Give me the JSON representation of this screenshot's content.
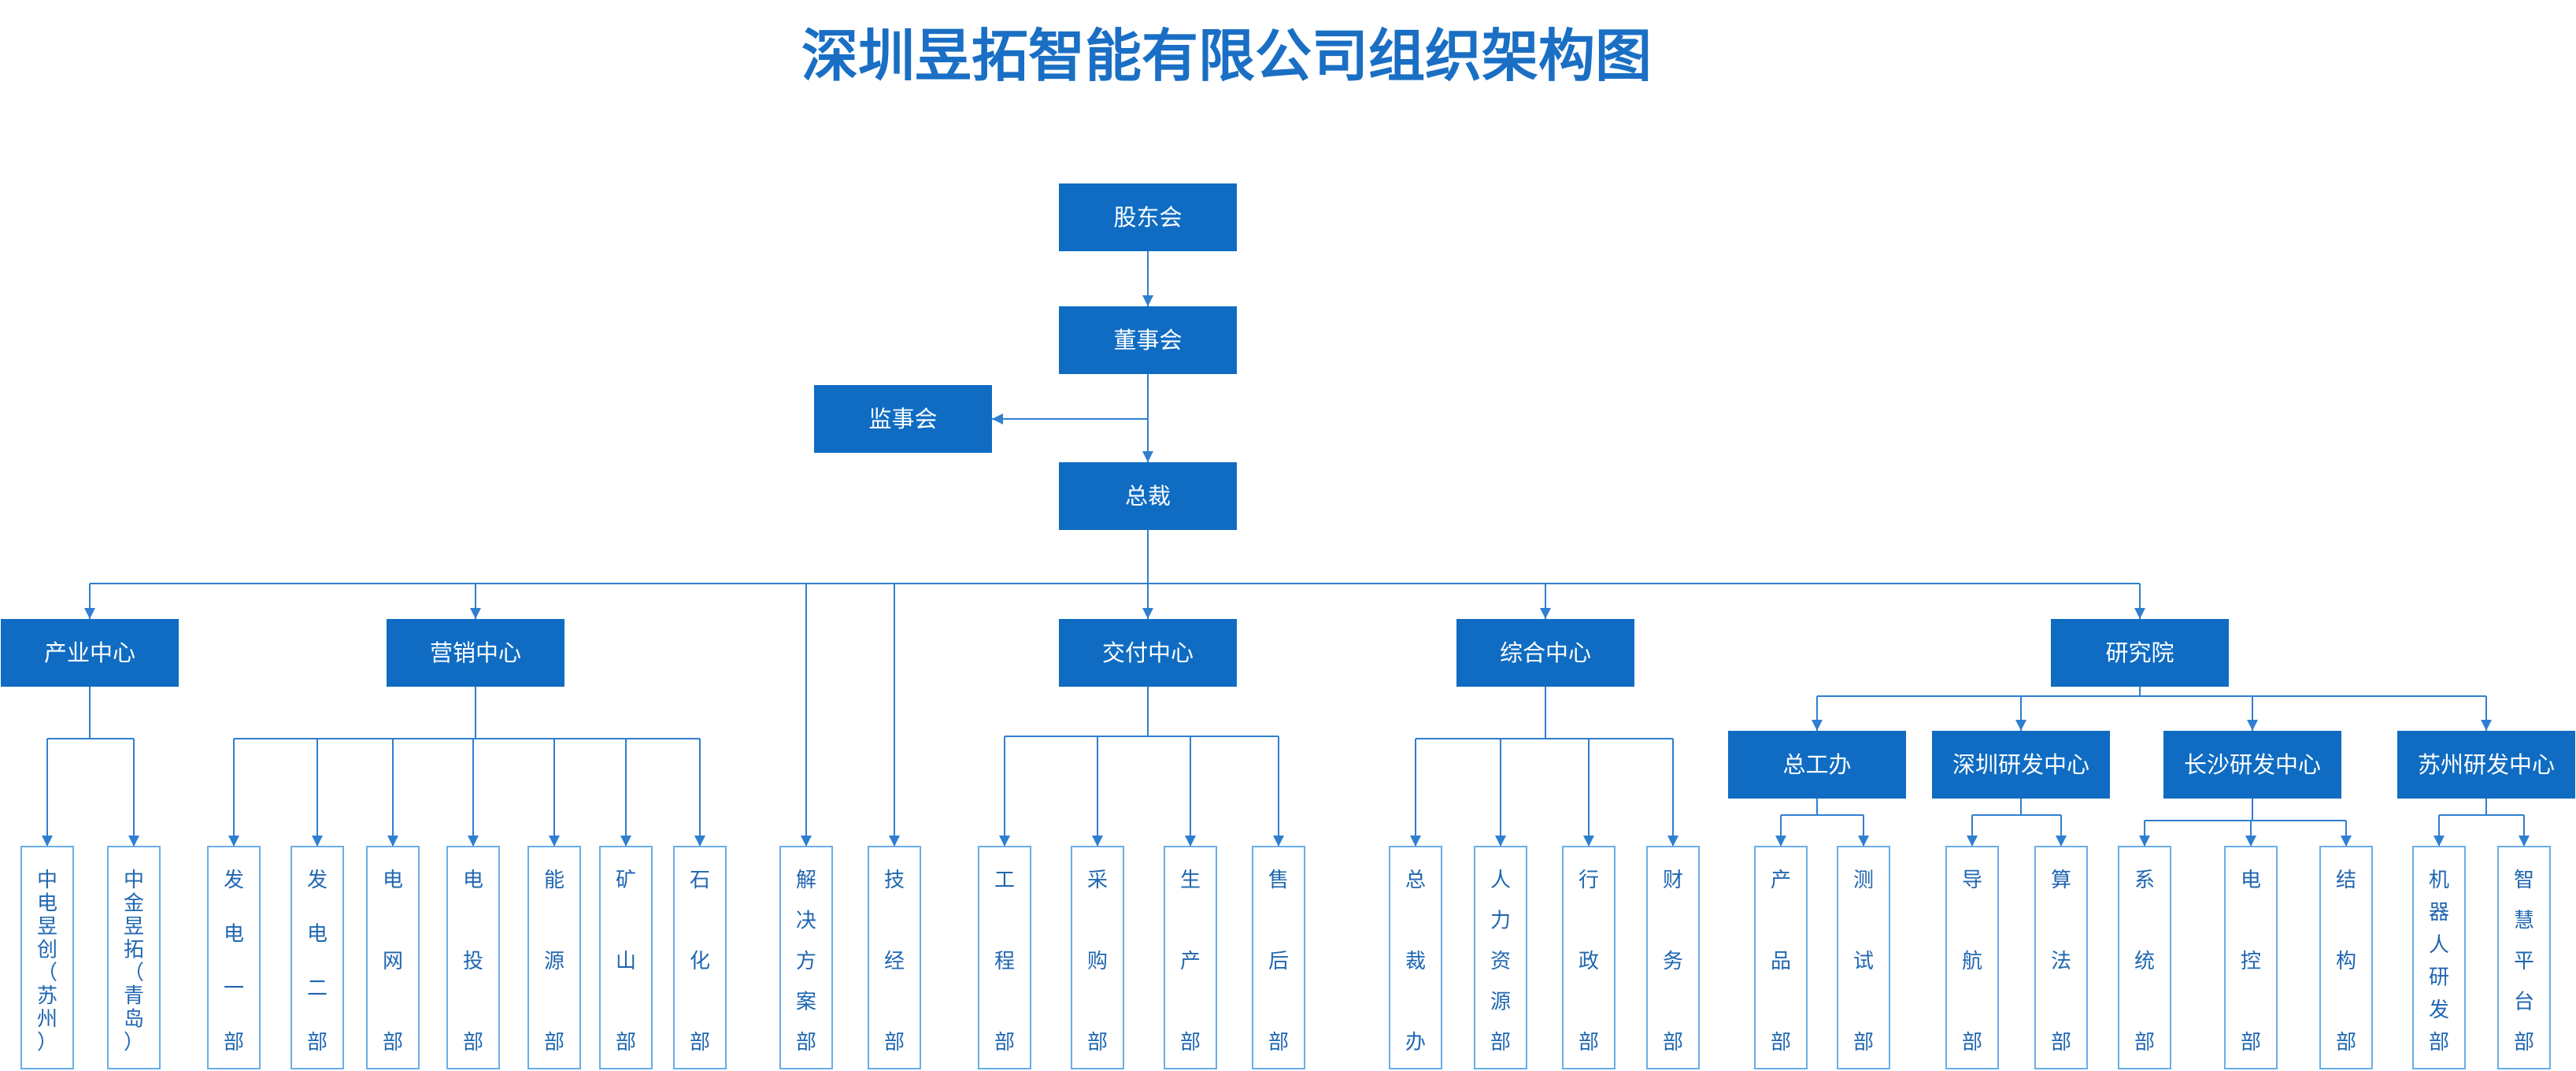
{
  "title": "深圳昱拓智能有限公司组织架构图",
  "colors": {
    "box": "#0f6cc2",
    "line": "#2f7fcf",
    "leaf_border": "#6aaee8",
    "leaf_text": "#1f66b1",
    "title": "#1a6fc4"
  },
  "top": {
    "shareholders": "股东会",
    "board": "董事会",
    "supervisors": "监事会",
    "president": "总裁"
  },
  "centers": [
    {
      "key": "industry",
      "label": "产业中心"
    },
    {
      "key": "marketing",
      "label": "营销中心"
    },
    {
      "key": "delivery",
      "label": "交付中心"
    },
    {
      "key": "general",
      "label": "综合中心"
    },
    {
      "key": "research",
      "label": "研究院"
    }
  ],
  "research_subs": [
    {
      "key": "chief-eng",
      "label": "总工办"
    },
    {
      "key": "sz",
      "label": "深圳研发中心"
    },
    {
      "key": "cs",
      "label": "长沙研发中心"
    },
    {
      "key": "su",
      "label": "苏州研发中心"
    }
  ],
  "leaves": [
    {
      "key": "zdyc",
      "label": "中电昱创（苏州）"
    },
    {
      "key": "zjyt",
      "label": "中金昱拓（青岛）"
    },
    {
      "key": "fd1",
      "label": "发电一部"
    },
    {
      "key": "fd2",
      "label": "发电二部"
    },
    {
      "key": "dw",
      "label": "电网部"
    },
    {
      "key": "dt",
      "label": "电投部"
    },
    {
      "key": "ny",
      "label": "能源部"
    },
    {
      "key": "ks",
      "label": "矿山部"
    },
    {
      "key": "sh",
      "label": "石化部"
    },
    {
      "key": "jjfa",
      "label": "解决方案部"
    },
    {
      "key": "jj",
      "label": "技经部"
    },
    {
      "key": "gc",
      "label": "工程部"
    },
    {
      "key": "cg",
      "label": "采购部"
    },
    {
      "key": "sc",
      "label": "生产部"
    },
    {
      "key": "shh",
      "label": "售后部"
    },
    {
      "key": "zcb",
      "label": "总裁办"
    },
    {
      "key": "rlzy",
      "label": "人力资源部"
    },
    {
      "key": "xz",
      "label": "行政部"
    },
    {
      "key": "cw",
      "label": "财务部"
    },
    {
      "key": "cp",
      "label": "产品部"
    },
    {
      "key": "cs2",
      "label": "测试部"
    },
    {
      "key": "dh",
      "label": "导航部"
    },
    {
      "key": "sf",
      "label": "算法部"
    },
    {
      "key": "xt",
      "label": "系统部"
    },
    {
      "key": "dk",
      "label": "电控部"
    },
    {
      "key": "jg",
      "label": "结构部"
    },
    {
      "key": "jqr",
      "label": "机器人研发部"
    },
    {
      "key": "zhpt",
      "label": "智慧平台部"
    }
  ]
}
